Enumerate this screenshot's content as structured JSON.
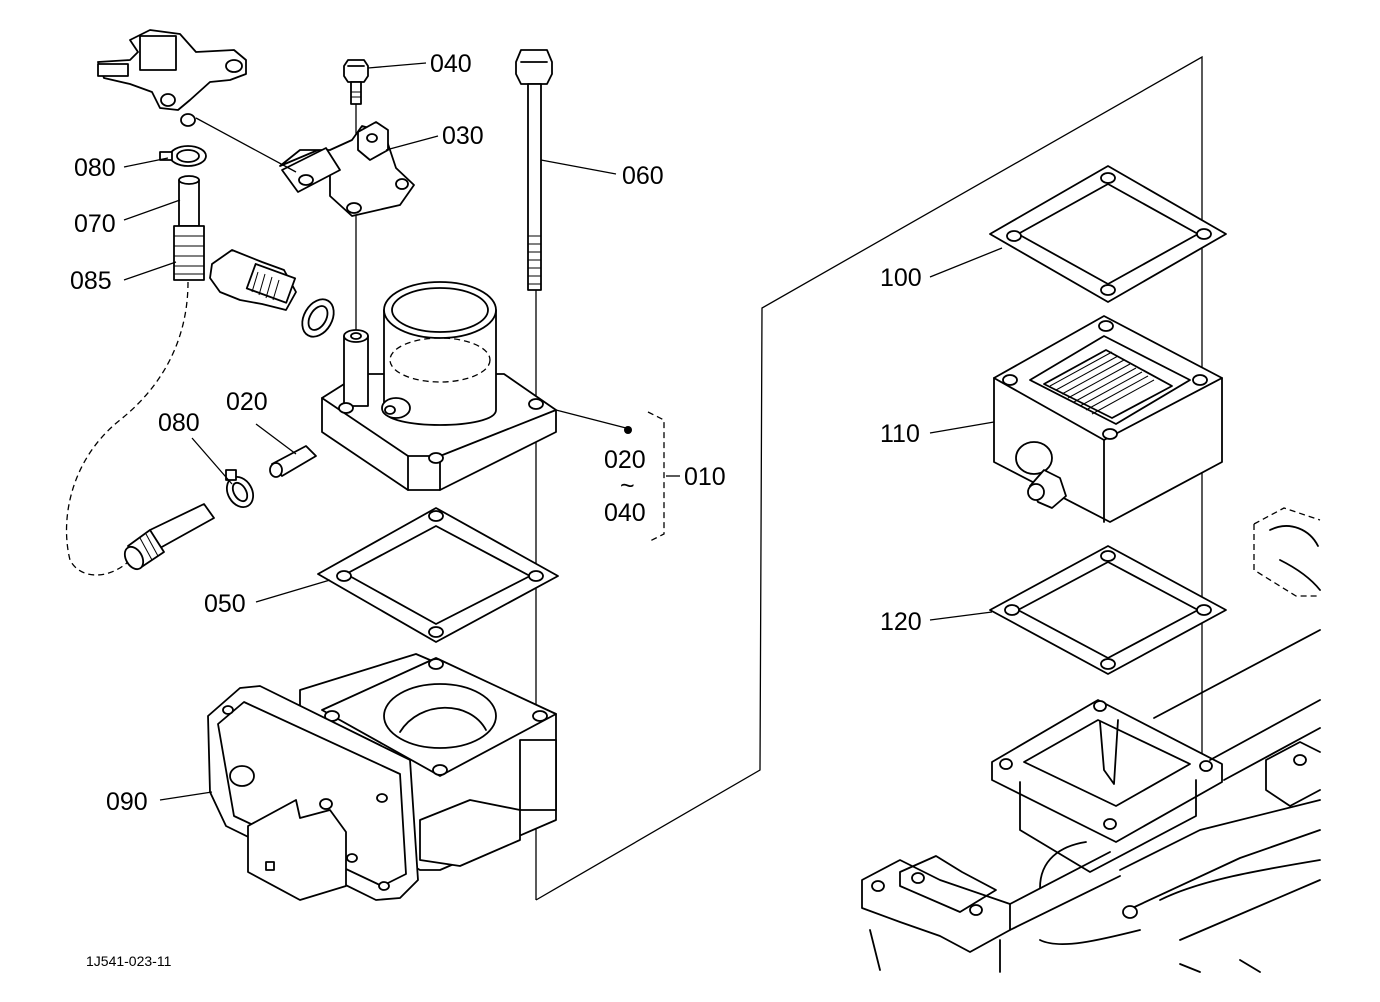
{
  "labels": {
    "l040": "040",
    "l030": "030",
    "l060": "060",
    "l080a": "080",
    "l070": "070",
    "l085": "085",
    "l020": "020",
    "l080b": "080",
    "l010": "010",
    "l020_range": "020",
    "l_tilde": "~",
    "l040_range": "040",
    "l050": "050",
    "l090": "090",
    "l100": "100",
    "l110": "110",
    "l120": "120"
  },
  "drawing_code": "1J541-023-11"
}
